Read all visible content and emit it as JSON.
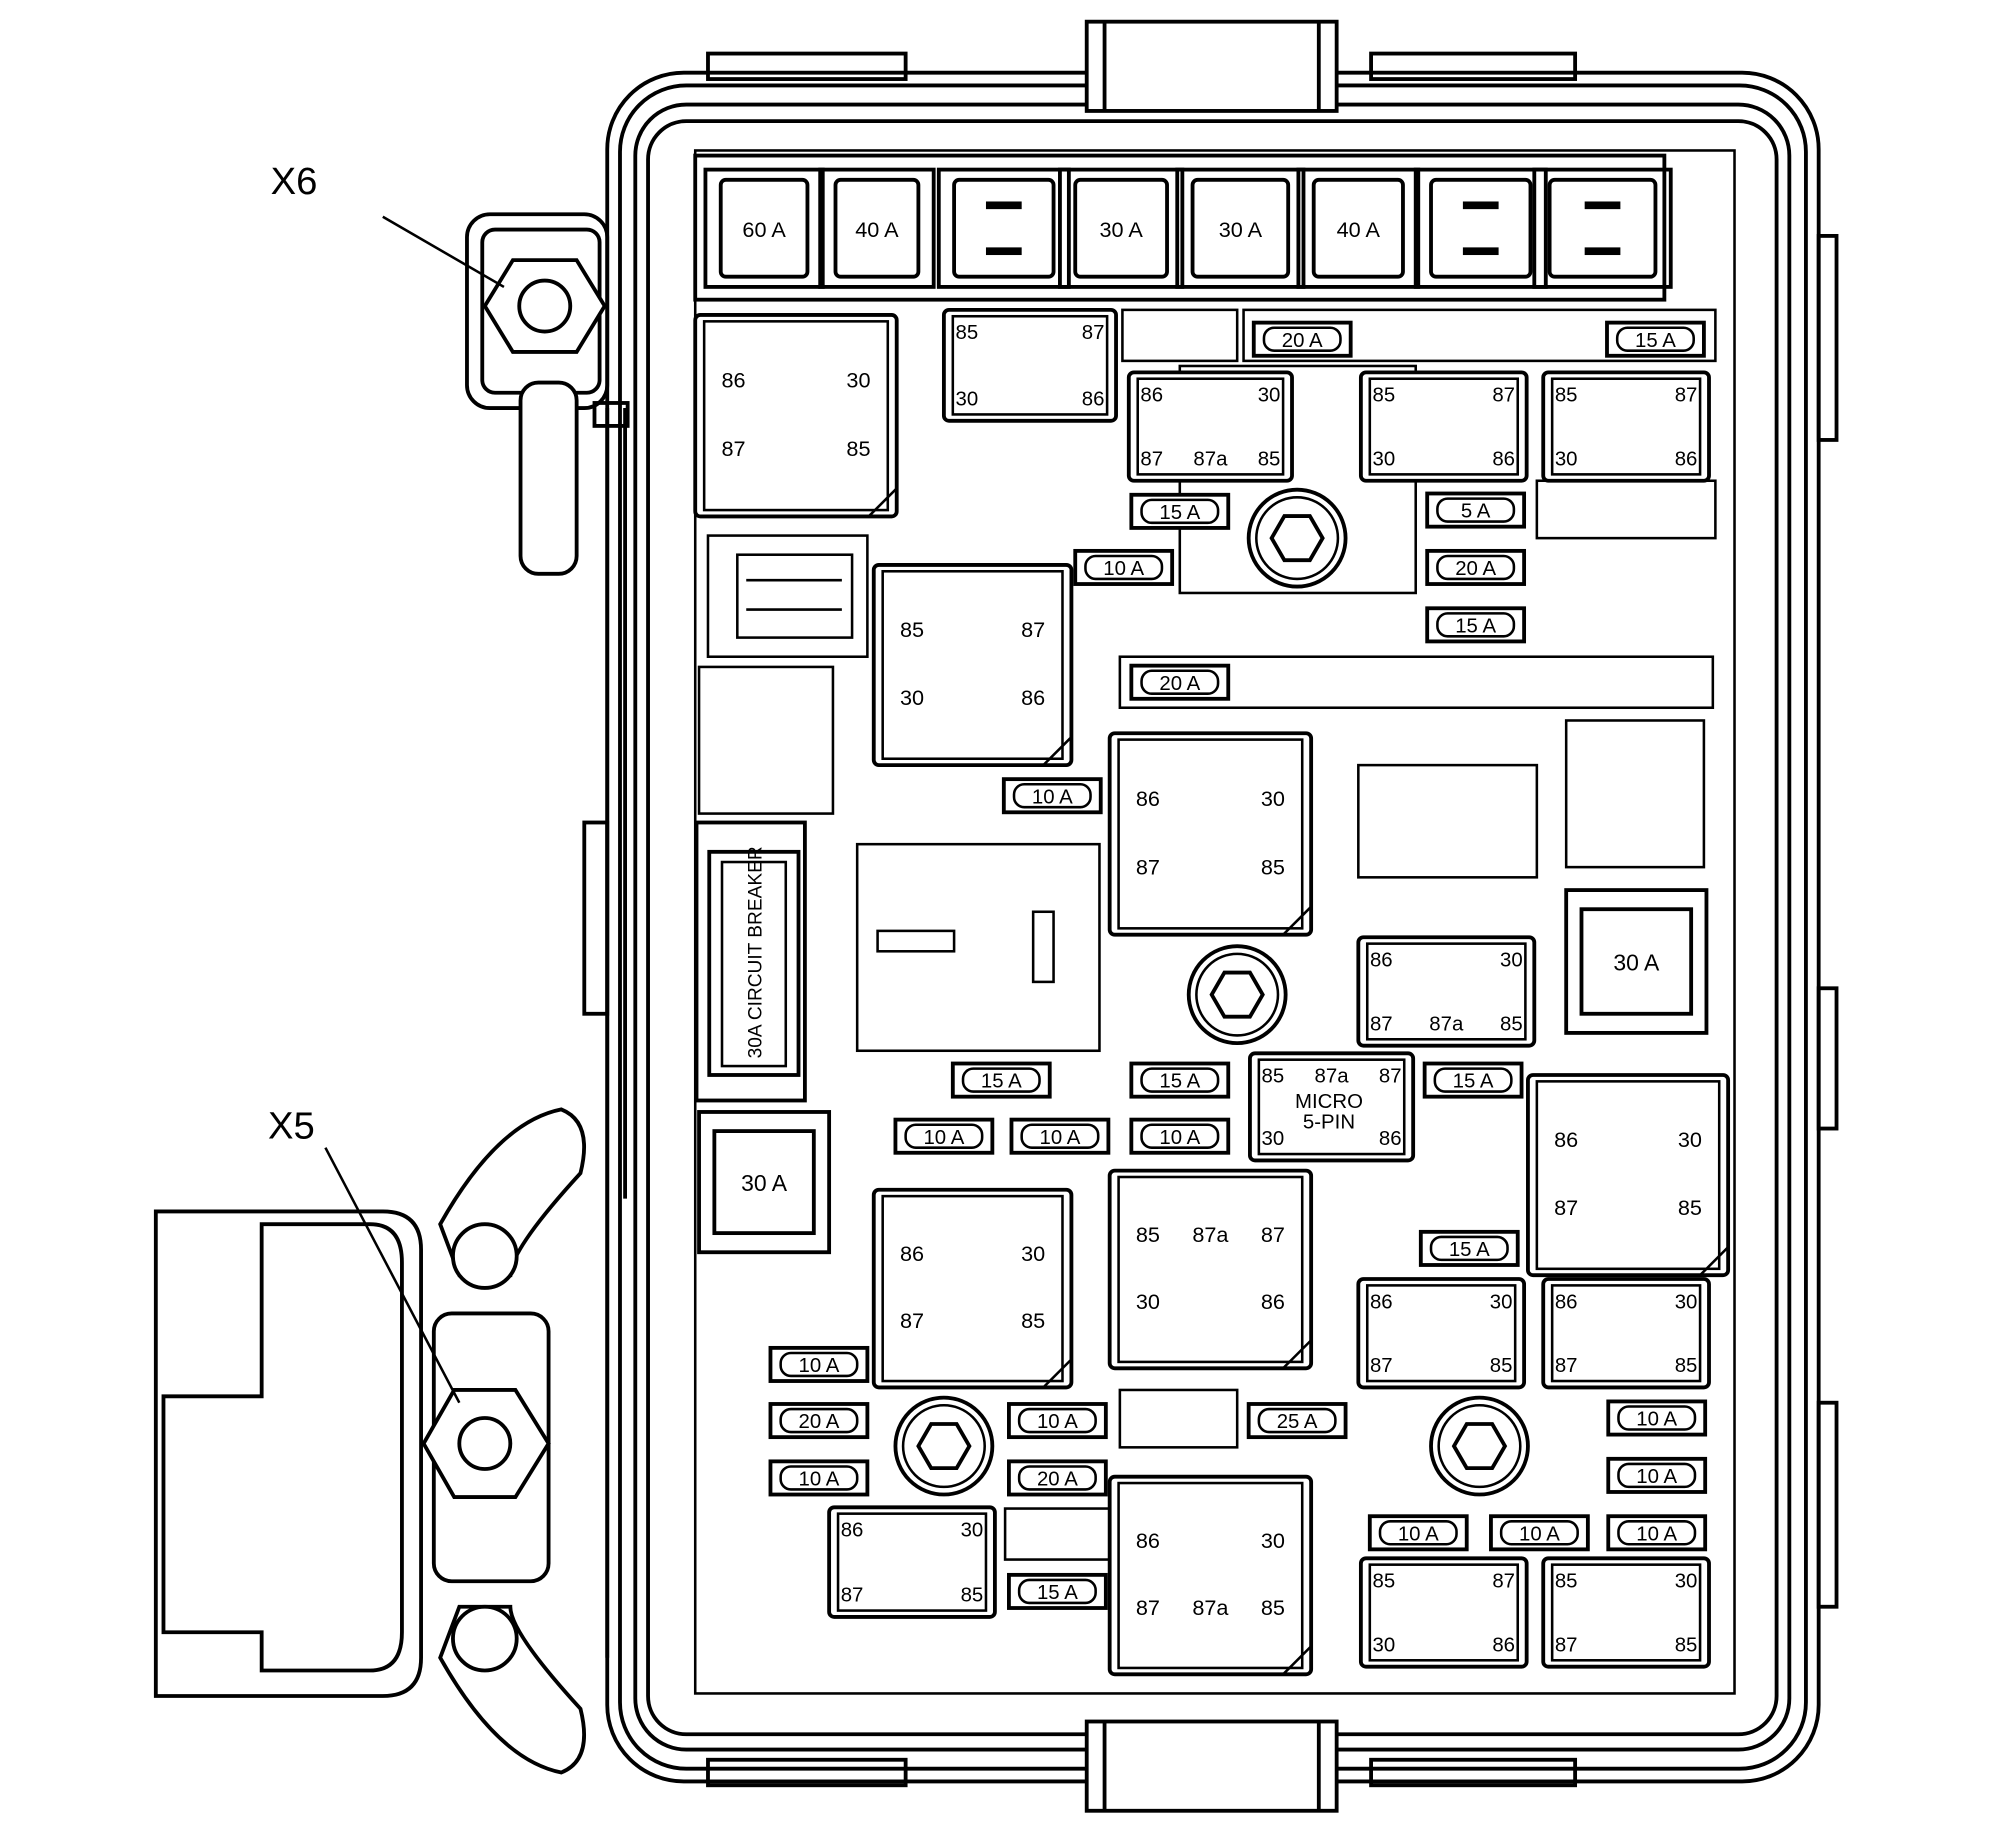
{
  "title": "Underhood Fuse Block Component View",
  "callouts": {
    "x6": "X6",
    "x5": "X5"
  },
  "maxi_fuses": [
    "60 A",
    "40 A",
    "",
    "30 A",
    "30 A",
    "40 A",
    "",
    ""
  ],
  "mini_fuses": [
    "20 A",
    "15 A",
    "15 A",
    "10 A",
    "5 A",
    "20 A",
    "15 A",
    "20 A",
    "10 A",
    "15 A",
    "15 A",
    "15 A",
    "10 A",
    "10 A",
    "10 A",
    "15 A",
    "10 A",
    "20 A",
    "10 A",
    "10 A",
    "20 A",
    "15 A",
    "25 A",
    "10 A",
    "10 A",
    "10 A",
    "10 A",
    "10 A"
  ],
  "jcase_fuses": [
    "30 A",
    "30 A"
  ],
  "circuit_breaker": "30A CIRCUIT BREAKER",
  "relays": [
    {
      "top": [
        "86",
        "30"
      ],
      "bottom": [
        "87",
        "85"
      ]
    },
    {
      "top": [
        "85",
        "87"
      ],
      "bottom": [
        "30",
        "86"
      ]
    },
    {
      "top": [
        "86",
        "30"
      ],
      "bottom": [
        "87",
        "87a",
        "85"
      ]
    },
    {
      "top": [
        "85",
        "87"
      ],
      "bottom": [
        "30",
        "86"
      ]
    },
    {
      "top": [
        "85",
        "87"
      ],
      "bottom": [
        "30",
        "86"
      ]
    },
    {
      "top": [
        "85",
        "87"
      ],
      "bottom": [
        "30",
        "86"
      ]
    },
    {
      "top": [
        "86",
        "30"
      ],
      "bottom": [
        "87",
        "85"
      ]
    },
    {
      "top": [
        "86",
        "30"
      ],
      "bottom": [
        "87",
        "87a",
        "85"
      ]
    },
    {
      "top": [
        "85",
        "87a",
        "87"
      ],
      "bottom": [
        "30",
        "86"
      ],
      "label": [
        "MICRO",
        "5-PIN"
      ]
    },
    {
      "top": [
        "86",
        "30"
      ],
      "bottom": [
        "87",
        "85"
      ]
    },
    {
      "top": [
        "86",
        "30"
      ],
      "bottom": [
        "87",
        "85"
      ]
    },
    {
      "top": [
        "85",
        "87a",
        "87"
      ],
      "bottom": [
        "30",
        "86"
      ]
    },
    {
      "top": [
        "86",
        "30"
      ],
      "bottom": [
        "87",
        "85"
      ]
    },
    {
      "top": [
        "86",
        "30"
      ],
      "bottom": [
        "87",
        "85"
      ]
    },
    {
      "top": [
        "86",
        "30"
      ],
      "bottom": [
        "87",
        "85"
      ]
    },
    {
      "top": [
        "86",
        "30"
      ],
      "bottom": [
        "87",
        "87a",
        "85"
      ]
    },
    {
      "top": [
        "85",
        "87"
      ],
      "bottom": [
        "30",
        "86"
      ]
    },
    {
      "top": [
        "85",
        "30"
      ],
      "bottom": [
        "87",
        "85"
      ]
    }
  ]
}
